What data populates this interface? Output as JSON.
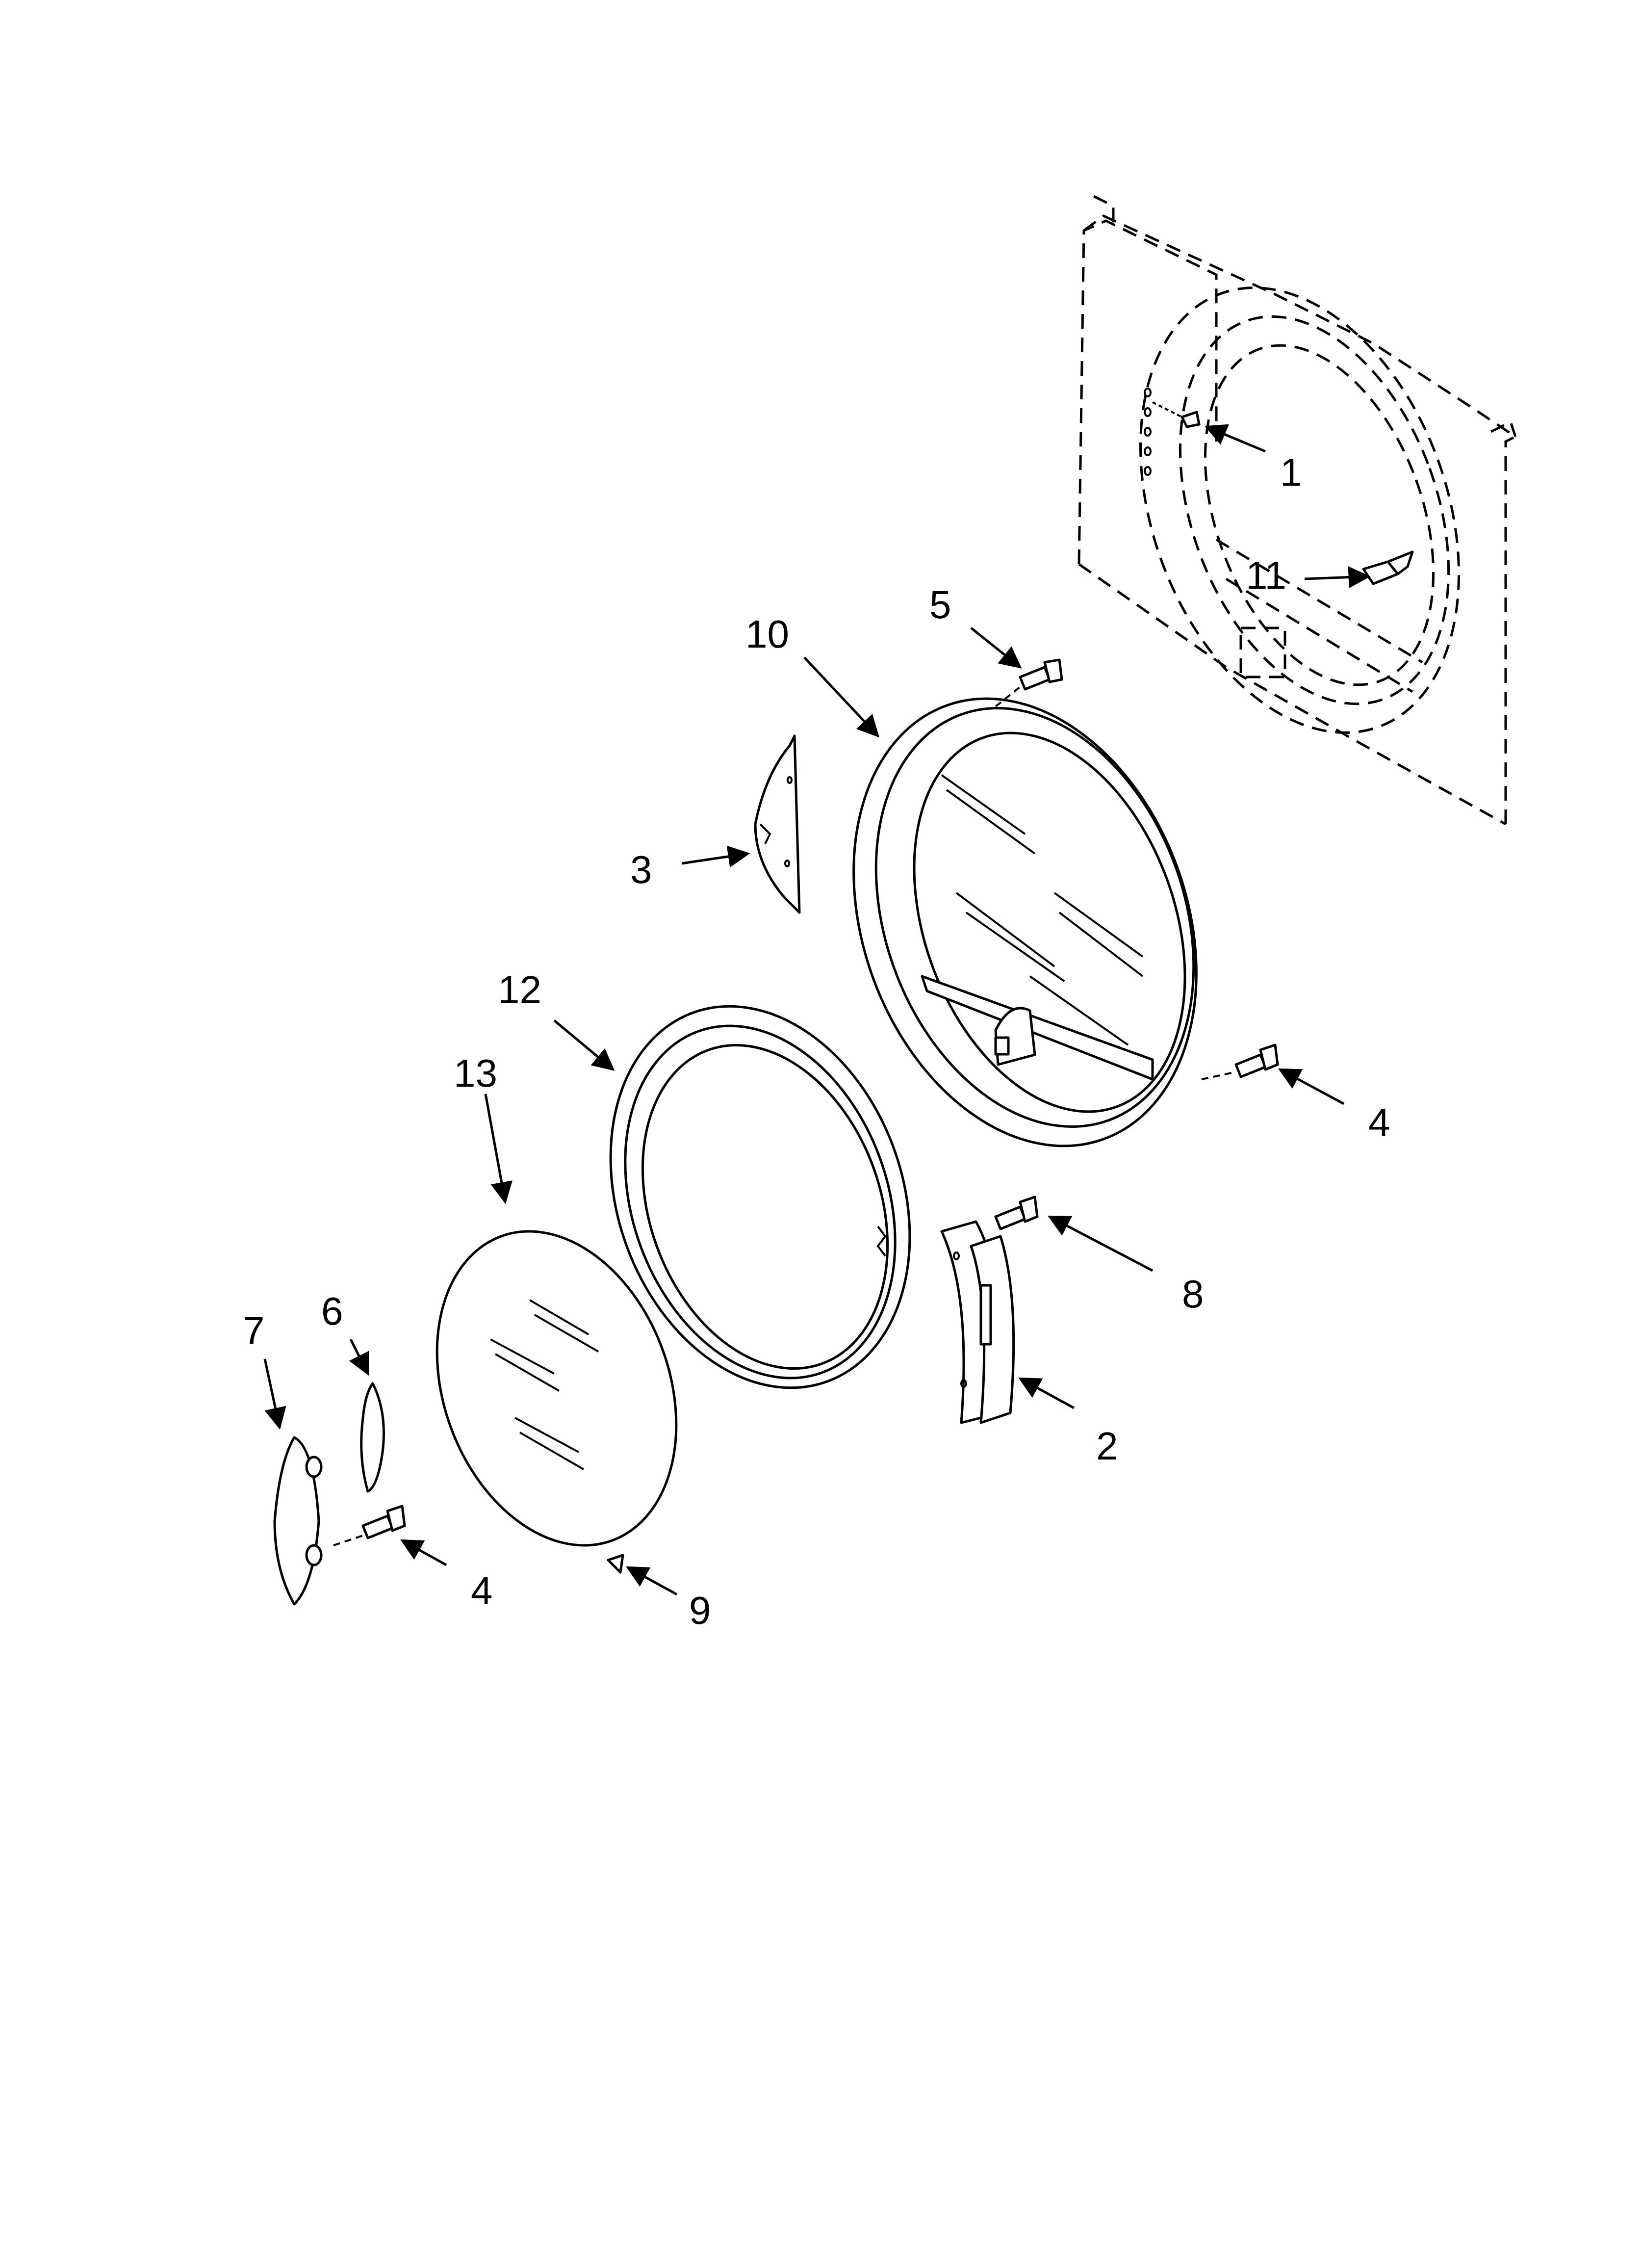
{
  "callouts": [
    {
      "id": "1",
      "label": "1"
    },
    {
      "id": "2",
      "label": "2"
    },
    {
      "id": "3",
      "label": "3"
    },
    {
      "id": "4a",
      "label": "4"
    },
    {
      "id": "4b",
      "label": "4"
    },
    {
      "id": "5",
      "label": "5"
    },
    {
      "id": "6",
      "label": "6"
    },
    {
      "id": "7",
      "label": "7"
    },
    {
      "id": "8",
      "label": "8"
    },
    {
      "id": "9",
      "label": "9"
    },
    {
      "id": "10",
      "label": "10"
    },
    {
      "id": "11",
      "label": "11"
    },
    {
      "id": "12",
      "label": "12"
    },
    {
      "id": "13",
      "label": "13"
    }
  ]
}
